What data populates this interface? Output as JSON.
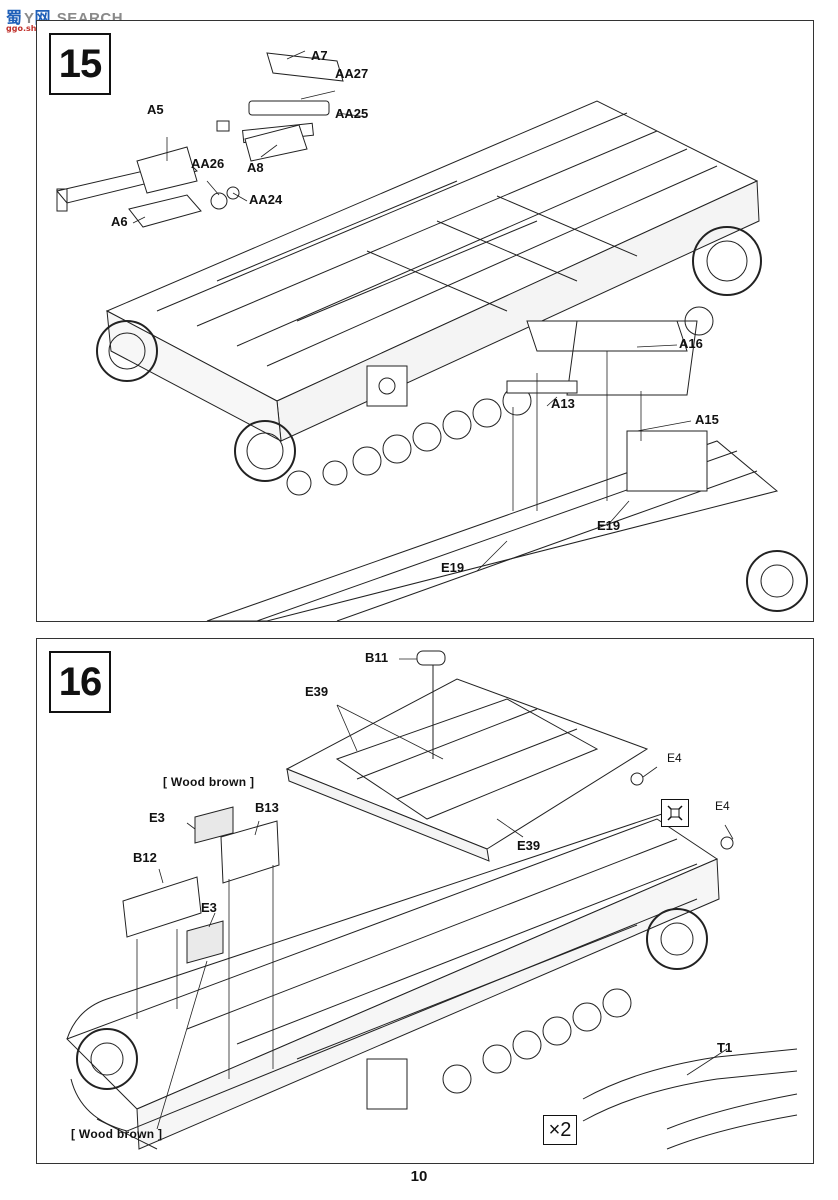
{
  "watermark": {
    "brand_cn": "蜀",
    "brand_mid": "Y",
    "brand_cn2": "网",
    "brand_en": "SEARCH",
    "url": "ggo.shou.com"
  },
  "step15": {
    "number": "15",
    "labels": {
      "a7": "A7",
      "aa27": "AA27",
      "aa25": "AA25",
      "a8": "A8",
      "a5": "A5",
      "aa26": "AA26",
      "aa24": "AA24",
      "a6": "A6",
      "a16": "A16",
      "a13": "A13",
      "a15": "A15",
      "e19_right": "E19",
      "e19_left": "E19"
    }
  },
  "step16": {
    "number": "16",
    "labels": {
      "b11": "B11",
      "e39_top": "E39",
      "e39_bottom": "E39",
      "e4_top": "E4",
      "e4_right": "E4",
      "e3_top": "E3",
      "b13": "B13",
      "b12": "B12",
      "e3_bottom": "E3",
      "t1": "T1"
    },
    "wood_note_top": "[ Wood brown ]",
    "wood_note_bottom": "[ Wood brown ]",
    "multiplier": "×2"
  },
  "page_number": "10"
}
